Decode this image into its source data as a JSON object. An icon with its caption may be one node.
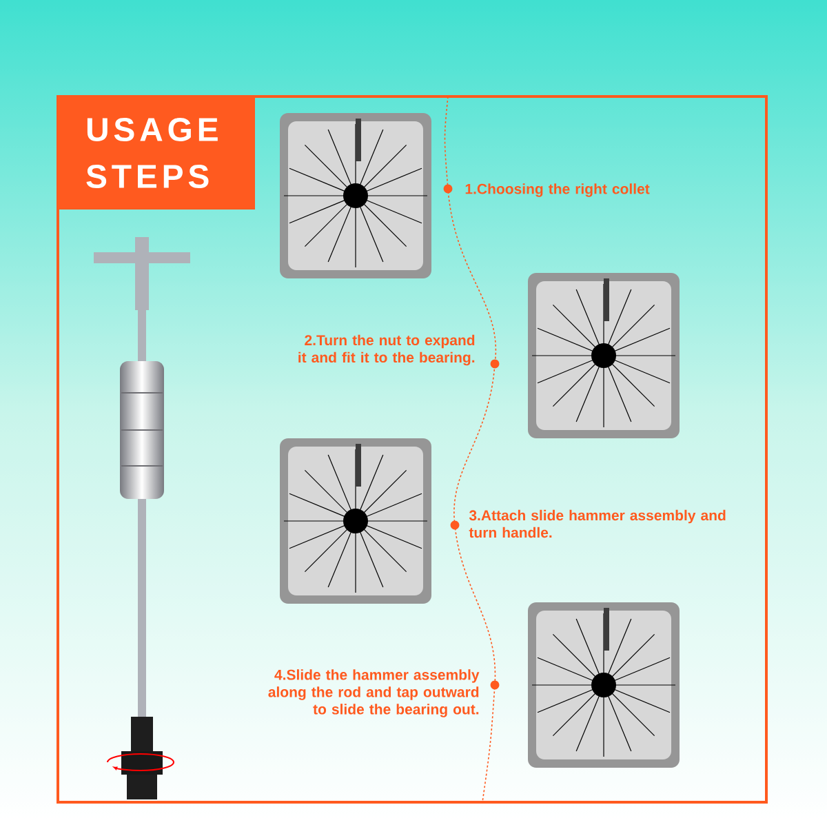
{
  "diagram": {
    "nodes": [
      {
        "text": [
          "USAGE STEPS"
        ]
      },
      {
        "text": [],
        "shape": "picture"
      },
      {
        "text": [],
        "shape": "picture"
      },
      {
        "text": [],
        "shape": "picture"
      },
      {
        "text": [],
        "shape": "picture"
      }
    ],
    "edges": [],
    "labels": [
      "1.Choosing the right collet",
      "2.Turn the nut to expand it and fit it to the bearing.",
      "3.Attach slide hammer assembly and turn handle.",
      "4.Slide the hammer assembly along the rod and tap outward to slide the bearing out."
    ]
  }
}
